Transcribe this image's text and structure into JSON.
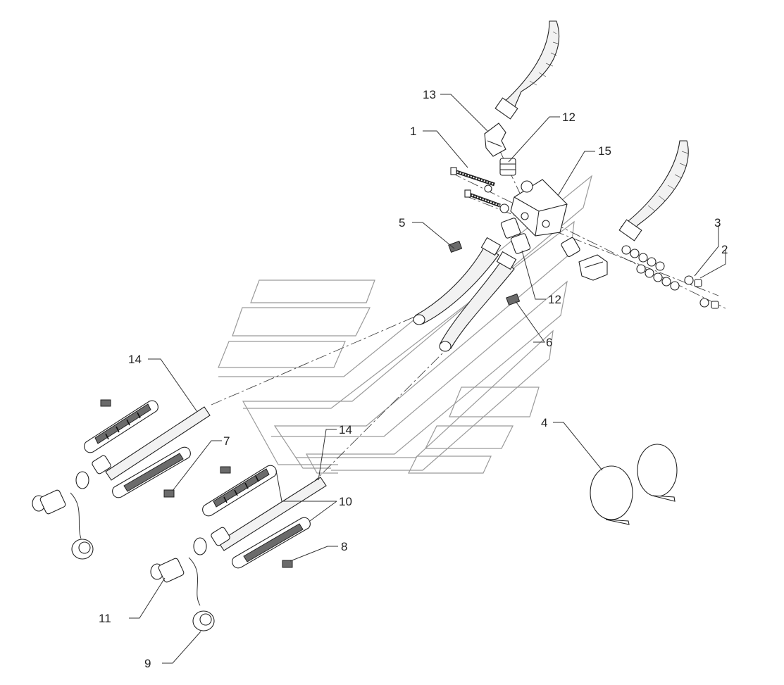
{
  "diagram": {
    "callouts": [
      {
        "id": "c1",
        "label": "1"
      },
      {
        "id": "c2",
        "label": "2"
      },
      {
        "id": "c3",
        "label": "3"
      },
      {
        "id": "c4",
        "label": "4"
      },
      {
        "id": "c5",
        "label": "5"
      },
      {
        "id": "c6",
        "label": "6"
      },
      {
        "id": "c7",
        "label": "7"
      },
      {
        "id": "c8",
        "label": "8"
      },
      {
        "id": "c9",
        "label": "9"
      },
      {
        "id": "c10",
        "label": "10"
      },
      {
        "id": "c11",
        "label": "11"
      },
      {
        "id": "c12a",
        "label": "12"
      },
      {
        "id": "c12b",
        "label": "12"
      },
      {
        "id": "c13",
        "label": "13"
      },
      {
        "id": "c14a",
        "label": "14"
      },
      {
        "id": "c14b",
        "label": "14"
      },
      {
        "id": "c15",
        "label": "15"
      }
    ]
  },
  "colors": {
    "line": "#222222",
    "phantom": "#9a9a9a",
    "background": "#ffffff"
  }
}
